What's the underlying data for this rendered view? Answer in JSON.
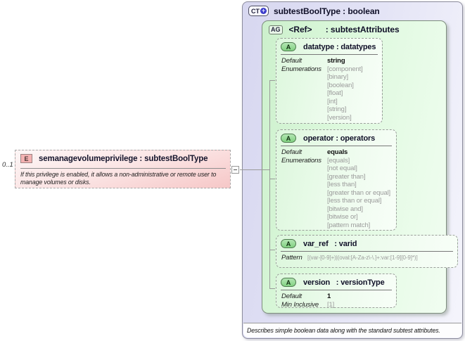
{
  "element": {
    "cardinality": "0..1",
    "badge": "E",
    "title": "semanagevolumeprivilege : subtestBoolType",
    "description_lines": [
      "If this privilege is enabled, it allows a non-administrative or remote user to",
      "manage volumes or disks."
    ]
  },
  "complex_type": {
    "badge": "CT",
    "badge_plus": "+",
    "title": "subtestBoolType : boolean",
    "annotation": "Describes simple boolean data along with the standard subtest attributes.",
    "attribute_group": {
      "badge": "AG",
      "title": "<Ref>      : subtestAttributes",
      "attributes": [
        {
          "badge": "A",
          "title": "datatype : datatypes",
          "rows": [
            {
              "label": "Default",
              "value": "string"
            },
            {
              "label": "Enumerations",
              "value": "[component]"
            },
            {
              "label": "",
              "value": "[binary]"
            },
            {
              "label": "",
              "value": "[boolean]"
            },
            {
              "label": "",
              "value": "[float]"
            },
            {
              "label": "",
              "value": "[int]"
            },
            {
              "label": "",
              "value": "[string]"
            },
            {
              "label": "",
              "value": "[version]"
            }
          ]
        },
        {
          "badge": "A",
          "title": "operator : operators",
          "rows": [
            {
              "label": "Default",
              "value": "equals"
            },
            {
              "label": "Enumerations",
              "value": "[equals]"
            },
            {
              "label": "",
              "value": "[not equal]"
            },
            {
              "label": "",
              "value": "[greater than]"
            },
            {
              "label": "",
              "value": "[less than]"
            },
            {
              "label": "",
              "value": "[greater than or equal]"
            },
            {
              "label": "",
              "value": "[less than or equal]"
            },
            {
              "label": "",
              "value": "[bitwise and]"
            },
            {
              "label": "",
              "value": "[bitwise or]"
            },
            {
              "label": "",
              "value": "[pattern match]"
            }
          ]
        },
        {
          "badge": "A",
          "title": "var_ref   : varid",
          "rows": [
            {
              "label": "Pattern",
              "value": "[(var-[0-9]+)|(oval:[A-Za-z\\-\\.]+:var:[1-9][0-9]*)]"
            }
          ]
        },
        {
          "badge": "A",
          "title": "version   : versionType",
          "rows": [
            {
              "label": "Default",
              "value": "1"
            },
            {
              "label": "Min Inclusive",
              "value": "[1]"
            }
          ]
        }
      ]
    }
  },
  "colors": {
    "element_pink": "#f6c7c7",
    "container_lavender": "#d7d7f0",
    "group_green": "#ccf0cc",
    "attribute_green": "#ddf7dd",
    "badge_plus_blue": "#3b3bca",
    "enum_gray": "#9b9b9b",
    "connector_gray": "#9a9a9a"
  }
}
